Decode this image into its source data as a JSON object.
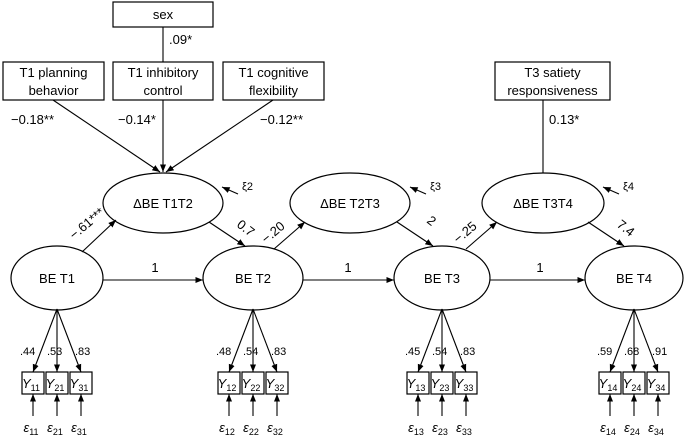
{
  "covariates": {
    "sex": "sex",
    "t1_planning": [
      "T1 planning",
      "behavior"
    ],
    "t1_inhibitory": [
      "T1 inhibitory",
      "control"
    ],
    "t1_cognitive": [
      "T1 cognitive",
      "flexibility"
    ],
    "t3_satiety": [
      "T3 satiety",
      "responsiveness"
    ]
  },
  "covariate_paths": {
    "sex": ".09*",
    "t1_planning": "−0.18**",
    "t1_inhibitory": "−0.14*",
    "t1_cognitive": "−0.12**",
    "t3_satiety": "0.13*"
  },
  "delta_nodes": [
    {
      "label": "ΔBE T1T2",
      "disturbance": "ξ2"
    },
    {
      "label": "ΔBE T2T3",
      "disturbance": "ξ3"
    },
    {
      "label": "ΔBE T3T4",
      "disturbance": "ξ4"
    }
  ],
  "be_nodes": [
    "BE T1",
    "BE T2",
    "BE T3",
    "BE T4"
  ],
  "autoregressive_paths": [
    "1",
    "1",
    "1"
  ],
  "be_to_delta": [
    "−.61***",
    "−.20",
    "−.25"
  ],
  "delta_to_be": [
    "0.7",
    "2",
    "7.4"
  ],
  "indicators": [
    {
      "loadings": [
        ".44",
        ".53",
        ".83"
      ],
      "items": [
        [
          "Y",
          "11"
        ],
        [
          "Y",
          "21"
        ],
        [
          "Y",
          "31"
        ]
      ],
      "errors": [
        [
          "ε",
          "11"
        ],
        [
          "ε",
          "21"
        ],
        [
          "ε",
          "31"
        ]
      ]
    },
    {
      "loadings": [
        ".48",
        ".54",
        ".83"
      ],
      "items": [
        [
          "Y",
          "12"
        ],
        [
          "Y",
          "22"
        ],
        [
          "Y",
          "32"
        ]
      ],
      "errors": [
        [
          "ε",
          "12"
        ],
        [
          "ε",
          "22"
        ],
        [
          "ε",
          "32"
        ]
      ]
    },
    {
      "loadings": [
        ".45",
        ".54",
        ".83"
      ],
      "items": [
        [
          "Y",
          "13"
        ],
        [
          "Y",
          "23"
        ],
        [
          "Y",
          "33"
        ]
      ],
      "errors": [
        [
          "ε",
          "13"
        ],
        [
          "ε",
          "23"
        ],
        [
          "ε",
          "33"
        ]
      ]
    },
    {
      "loadings": [
        ".59",
        ".68",
        ".91"
      ],
      "items": [
        [
          "Y",
          "14"
        ],
        [
          "Y",
          "24"
        ],
        [
          "Y",
          "34"
        ]
      ],
      "errors": [
        [
          "ε",
          "14"
        ],
        [
          "ε",
          "24"
        ],
        [
          "ε",
          "34"
        ]
      ]
    }
  ]
}
